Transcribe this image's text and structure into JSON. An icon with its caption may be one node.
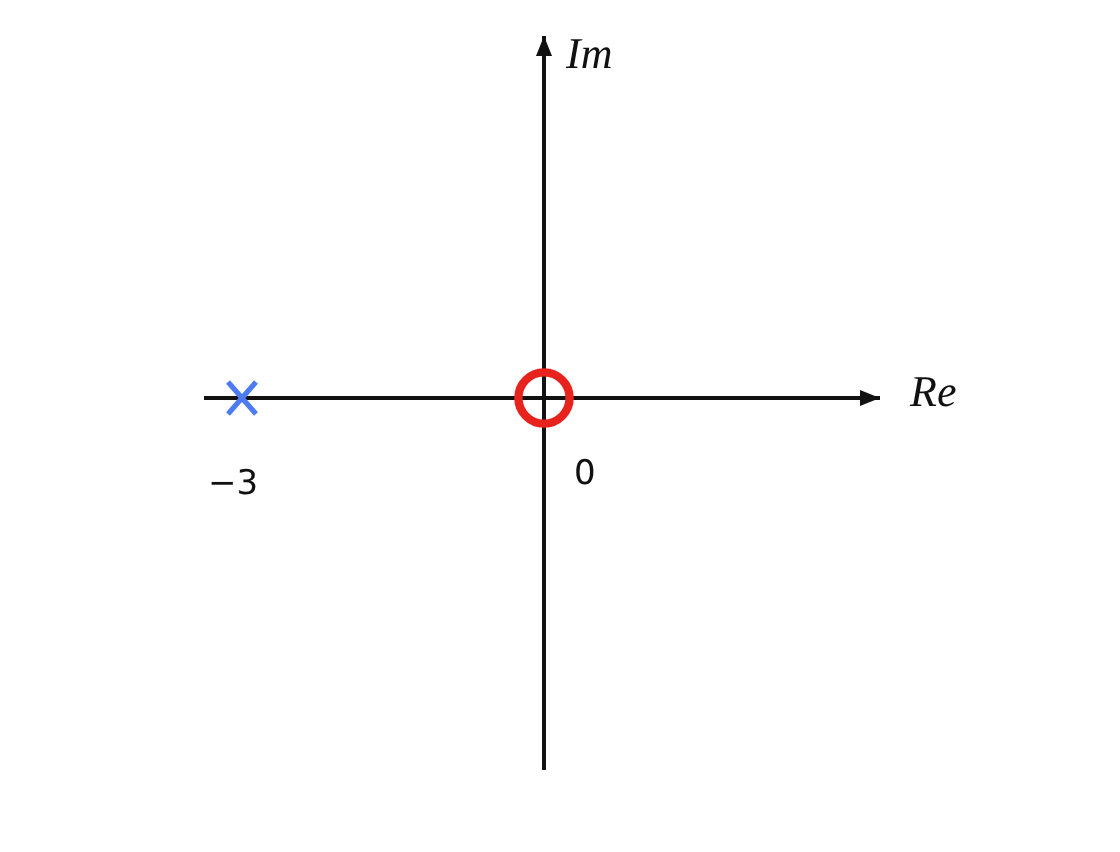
{
  "diagram": {
    "nodes": [
      {
        "text": [],
        "shape": "cross",
        "beside": [
          "−3"
        ]
      },
      {
        "text": [],
        "shape": "circle",
        "beside": [
          "0"
        ]
      }
    ],
    "labels": [
      "Im",
      "Re"
    ]
  }
}
